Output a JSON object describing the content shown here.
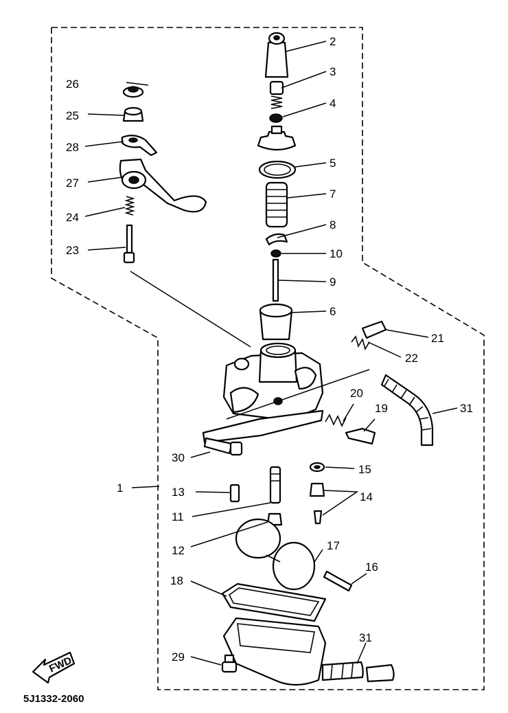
{
  "callouts": [
    {
      "text": "1"
    },
    {
      "text": "2"
    },
    {
      "text": "3"
    },
    {
      "text": "4"
    },
    {
      "text": "5"
    },
    {
      "text": "6"
    },
    {
      "text": "7"
    },
    {
      "text": "8"
    },
    {
      "text": "9"
    },
    {
      "text": "10"
    },
    {
      "text": "11"
    },
    {
      "text": "12"
    },
    {
      "text": "13"
    },
    {
      "text": "14"
    },
    {
      "text": "15"
    },
    {
      "text": "16"
    },
    {
      "text": "17"
    },
    {
      "text": "18"
    },
    {
      "text": "19"
    },
    {
      "text": "20"
    },
    {
      "text": "21"
    },
    {
      "text": "22"
    },
    {
      "text": "23"
    },
    {
      "text": "24"
    },
    {
      "text": "25"
    },
    {
      "text": "26"
    },
    {
      "text": "27"
    },
    {
      "text": "28"
    },
    {
      "text": "29"
    },
    {
      "text": "30"
    },
    {
      "text": "31"
    },
    {
      "text": "31"
    }
  ],
  "fwd_label": "FWD",
  "figure_code": "5J1332-2060"
}
